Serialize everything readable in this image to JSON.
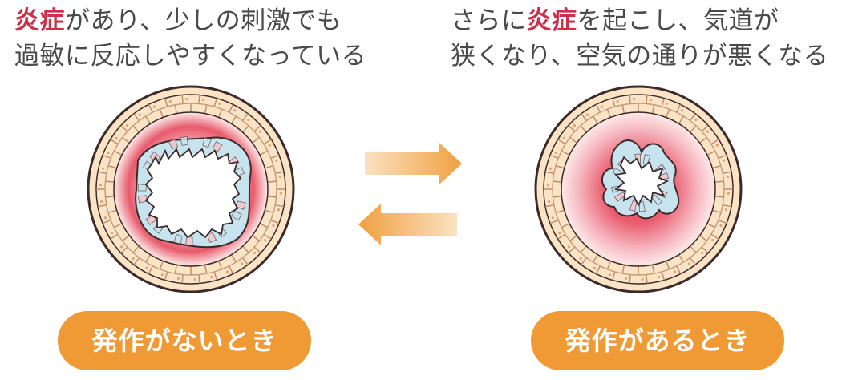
{
  "captions": {
    "left": {
      "highlight": "炎症",
      "line1_rest": "があり、少しの刺激でも",
      "line2": "過敏に反応しやすくなっている"
    },
    "right": {
      "line1_before": "さらに",
      "highlight": "炎症",
      "line1_rest": "を起こし、気道が",
      "line2": "狭くなり、空気の通りが悪くなる"
    }
  },
  "states": {
    "no_attack": "発作がないとき",
    "attack": "発作があるとき"
  },
  "colors": {
    "caption_text": "#4a4a4a",
    "highlight": "#c8324b",
    "pill": "#ef9a34",
    "arrow": "#f2a444",
    "airway_wall": "#fbe4c6",
    "inflammation": "#e43d55",
    "epithelium_blue": "#c6e3ee",
    "epithelium_pink": "#f4c6cc",
    "outline": "#3a2a2a"
  },
  "icons": {
    "forward": "arrow-right-icon",
    "backward": "arrow-left-icon"
  }
}
